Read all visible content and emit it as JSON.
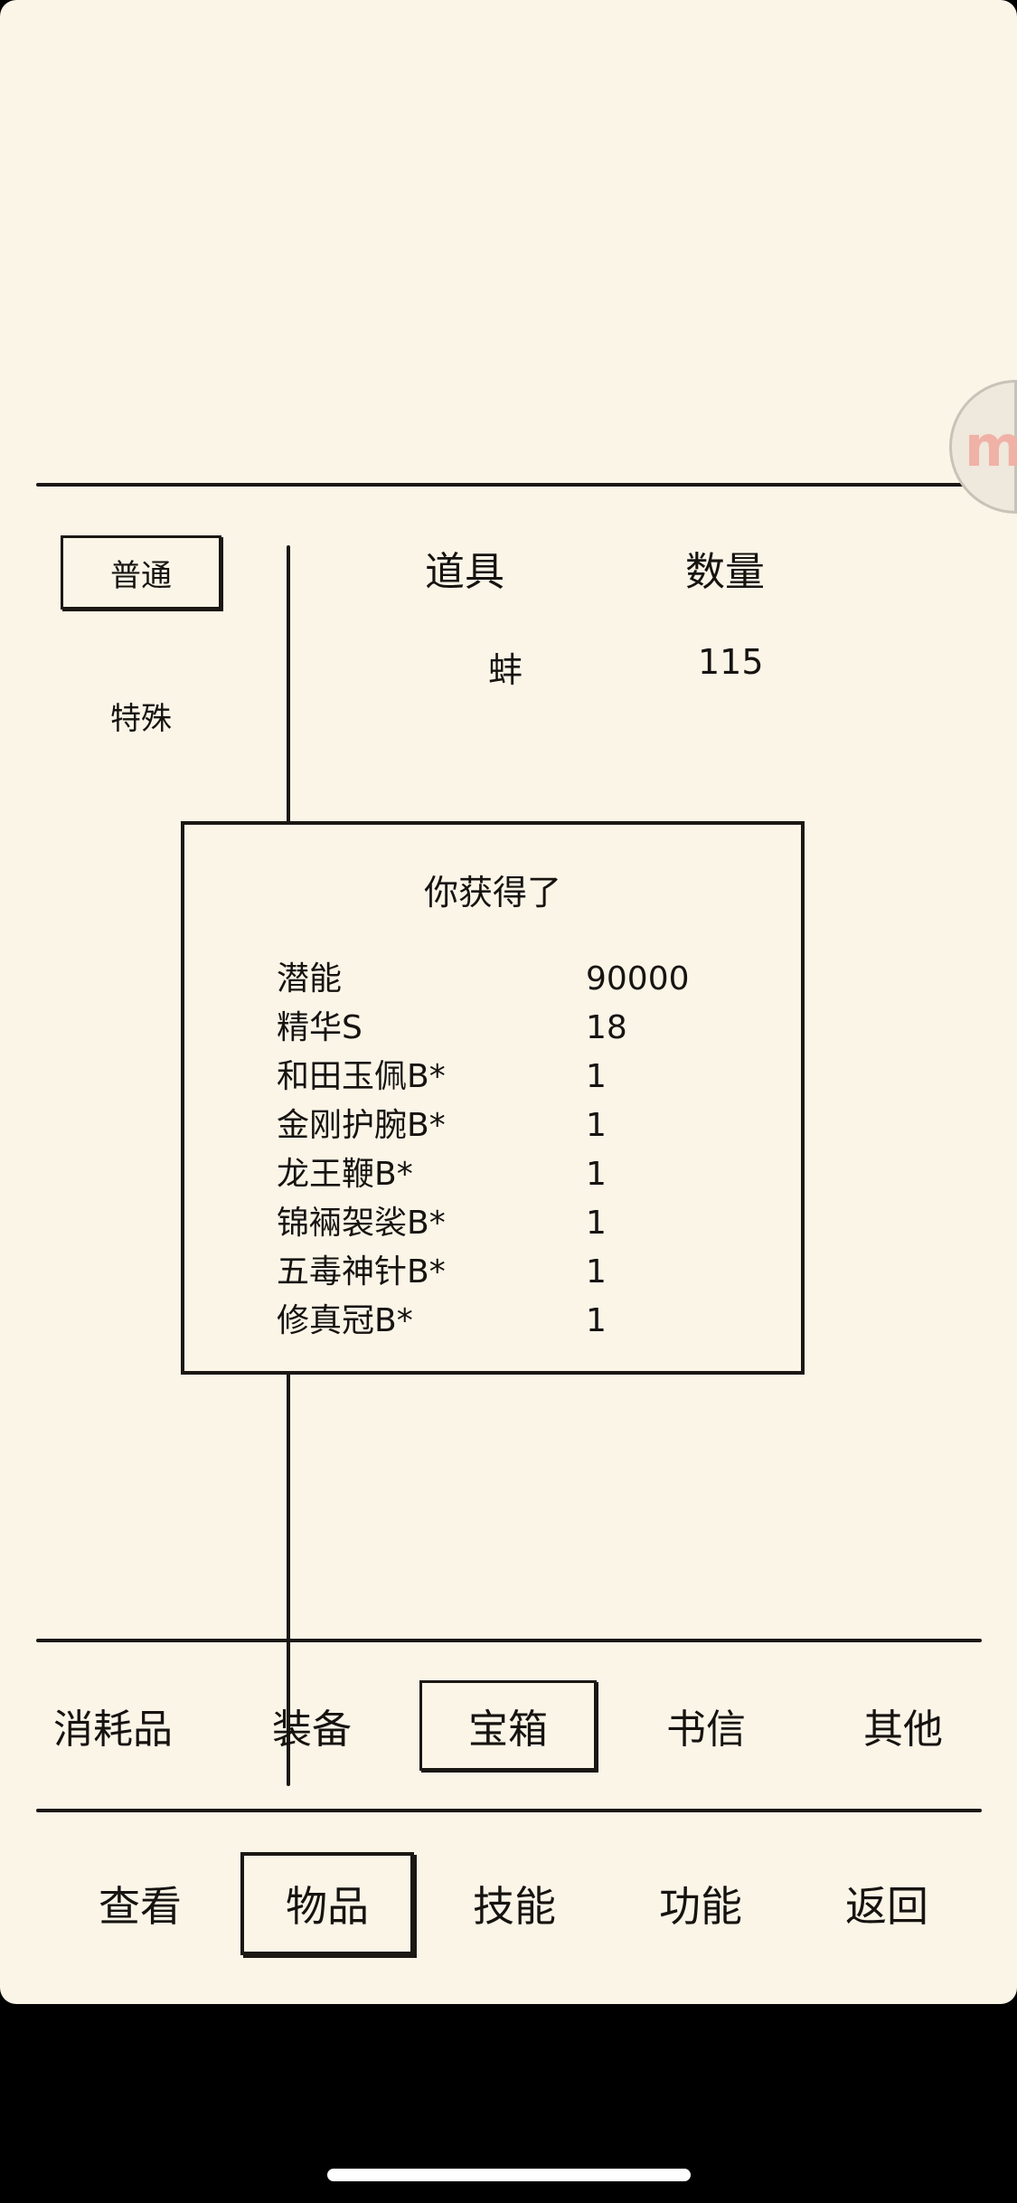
{
  "sub_tabs": [
    {
      "label": "普通",
      "active": true
    },
    {
      "label": "特殊",
      "active": false
    }
  ],
  "table": {
    "headers": [
      "道具",
      "数量"
    ],
    "rows": [
      {
        "item": "蚌",
        "qty": "115"
      }
    ]
  },
  "dialog": {
    "title": "你获得了",
    "rewards": [
      {
        "name": "潜能",
        "qty": "90000"
      },
      {
        "name": "精华S",
        "qty": "18"
      },
      {
        "name": "和田玉佩B*",
        "qty": "1"
      },
      {
        "name": "金刚护腕B*",
        "qty": "1"
      },
      {
        "name": "龙王鞭B*",
        "qty": "1"
      },
      {
        "name": "锦裲袈裟B*",
        "qty": "1"
      },
      {
        "name": "五毒神针B*",
        "qty": "1"
      },
      {
        "name": "修真冠B*",
        "qty": "1"
      }
    ]
  },
  "category_tabs": [
    {
      "label": "消耗品",
      "active": false
    },
    {
      "label": "装备",
      "active": false
    },
    {
      "label": "宝箱",
      "active": true
    },
    {
      "label": "书信",
      "active": false
    },
    {
      "label": "其他",
      "active": false
    }
  ],
  "nav_tabs": [
    {
      "label": "查看",
      "active": false
    },
    {
      "label": "物品",
      "active": true
    },
    {
      "label": "技能",
      "active": false
    },
    {
      "label": "功能",
      "active": false
    },
    {
      "label": "返回",
      "active": false
    }
  ],
  "floating_button": {
    "icon": "m-logo-icon",
    "glyph": "m"
  },
  "colors": {
    "paper": "#fbf5e8",
    "ink": "#1b1712",
    "frame": "#000000"
  }
}
